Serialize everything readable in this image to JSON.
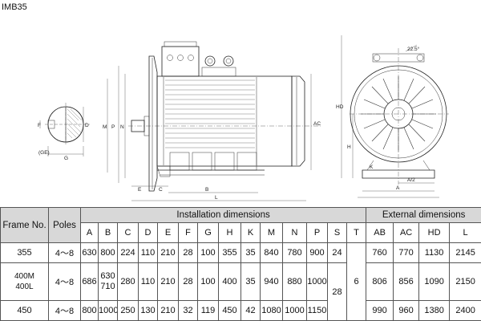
{
  "drawing": {
    "title": "IMB35",
    "labels": {
      "F": "F",
      "D": "D",
      "GE": "(GE)",
      "G": "G",
      "P": "P",
      "N": "N",
      "M": "M",
      "AC": "AC",
      "E": "E",
      "C": "C",
      "B": "B",
      "L": "L",
      "HD": "HD",
      "H": "H",
      "A2": "A/2",
      "A": "A",
      "K": "K",
      "angle": "22.5°"
    }
  },
  "table": {
    "headers": {
      "frame": "Frame No.",
      "poles": "Poles",
      "installation": "Installation dimensions",
      "external": "External dimensions"
    },
    "install_cols": [
      "A",
      "B",
      "C",
      "D",
      "E",
      "F",
      "G",
      "H",
      "K",
      "M",
      "N",
      "P",
      "S",
      "T"
    ],
    "external_cols": [
      "AB",
      "AC",
      "HD",
      "L"
    ],
    "rows": [
      {
        "frame": "355",
        "poles": "4～8",
        "A": "630",
        "B": "800",
        "C": "224",
        "D": "110",
        "E": "210",
        "F": "28",
        "G": "100",
        "H": "355",
        "K": "35",
        "M": "840",
        "N": "780",
        "P": "900",
        "S": "24",
        "AB": "760",
        "AC": "770",
        "HD": "1130",
        "L": "2145"
      },
      {
        "frame_a": "400M",
        "frame_b": "400L",
        "poles": "4～8",
        "A": "686",
        "B_a": "630",
        "B_b": "710",
        "C": "280",
        "D": "110",
        "E": "210",
        "F": "28",
        "G": "100",
        "H": "400",
        "K": "35",
        "M": "940",
        "N": "880",
        "P": "1000",
        "AB": "806",
        "AC": "856",
        "HD": "1090",
        "L": "2150"
      },
      {
        "frame": "450",
        "poles": "4～8",
        "A": "800",
        "B": "1000",
        "C": "250",
        "D": "130",
        "E": "210",
        "F": "32",
        "G": "119",
        "H": "450",
        "K": "42",
        "M": "1080",
        "N": "1000",
        "P": "1150",
        "AB": "990",
        "AC": "960",
        "HD": "1380",
        "L": "2400"
      }
    ],
    "shared": {
      "S": "28",
      "T": "6"
    }
  }
}
